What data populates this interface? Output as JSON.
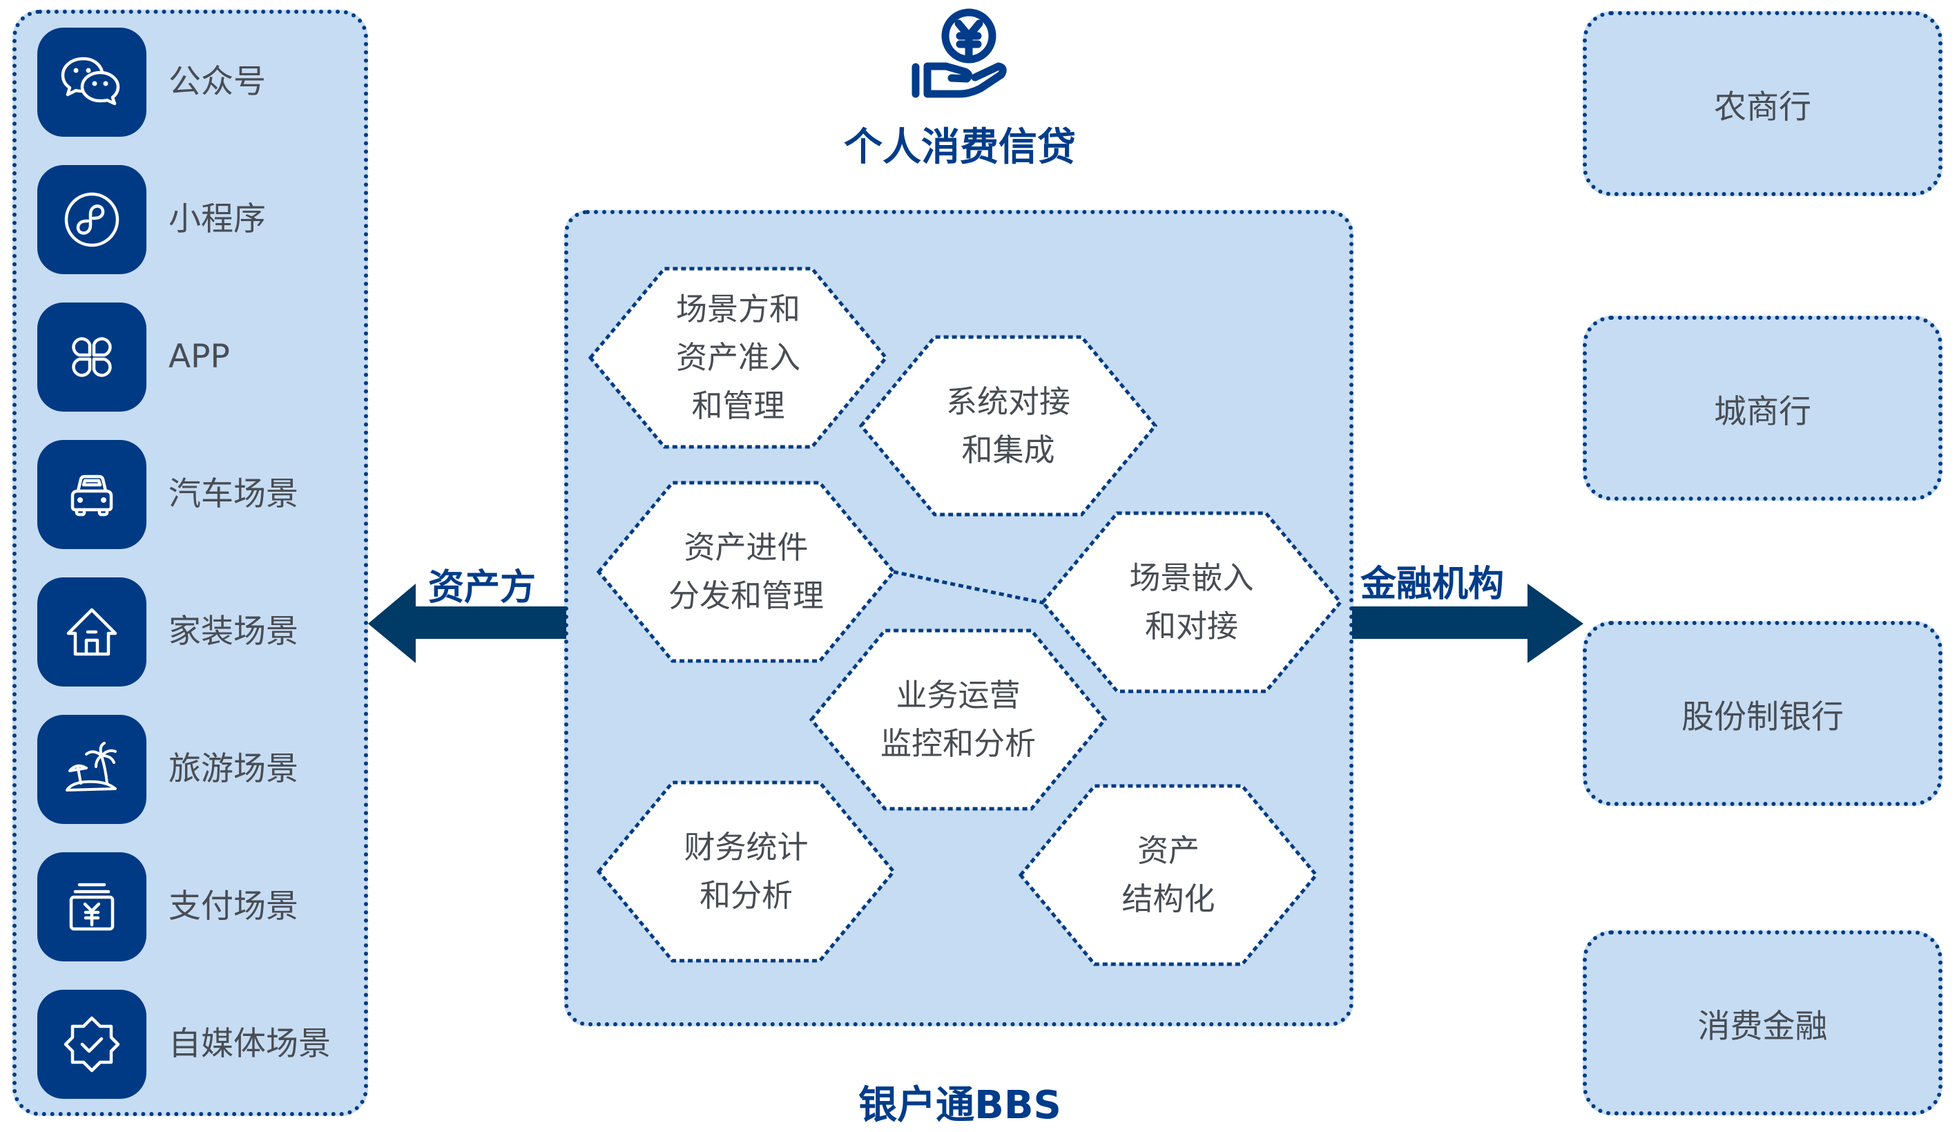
{
  "title": {
    "icon": "hand-yuan-coin-icon",
    "text": "个人消费信贷"
  },
  "left_panel": {
    "items": [
      {
        "icon": "wechat-icon",
        "label": "公众号"
      },
      {
        "icon": "mini-program-icon",
        "label": "小程序"
      },
      {
        "icon": "app-icon",
        "label": "APP"
      },
      {
        "icon": "car-icon",
        "label": "汽车场景"
      },
      {
        "icon": "house-icon",
        "label": "家装场景"
      },
      {
        "icon": "palm-island-icon",
        "label": "旅游场景"
      },
      {
        "icon": "payment-yuan-icon",
        "label": "支付场景"
      },
      {
        "icon": "verified-badge-icon",
        "label": "自媒体场景"
      }
    ]
  },
  "arrows": {
    "left_label": "资产方",
    "right_label": "金融机构"
  },
  "center_panel": {
    "label": "银户通BBS",
    "modules": [
      {
        "lines": [
          "场景方和",
          "资产准入",
          "和管理"
        ]
      },
      {
        "lines": [
          "系统对接",
          "和集成"
        ]
      },
      {
        "lines": [
          "资产进件",
          "分发和管理"
        ]
      },
      {
        "lines": [
          "场景嵌入",
          "和对接"
        ]
      },
      {
        "lines": [
          "业务运营",
          "监控和分析"
        ]
      },
      {
        "lines": [
          "财务统计",
          "和分析"
        ]
      },
      {
        "lines": [
          "资产",
          "结构化"
        ]
      }
    ]
  },
  "right_panel": {
    "institutions": [
      "农商行",
      "城商行",
      "股份制银行",
      "消费金融"
    ]
  },
  "colors": {
    "brand_blue": "#003c8a",
    "tile_blue": "#003a84",
    "arrow_navy": "#003a66",
    "panel_fill": "#c6dcf3",
    "text_gray": "#484d54"
  }
}
